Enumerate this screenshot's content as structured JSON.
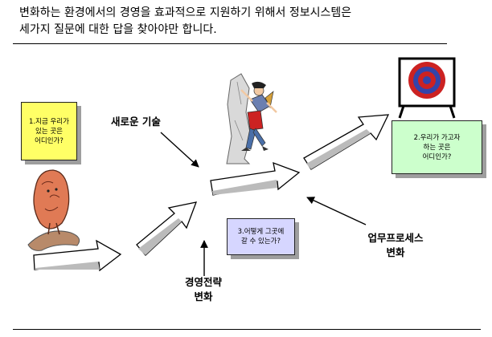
{
  "header": {
    "title_line1": "변화하는 환경에서의 경영을 효과적으로 지원하기 위해서 정보시스템은",
    "title_line2": "세가지 질문에 대한 답을 찾아야만 합니다."
  },
  "questions": {
    "q1": [
      "1.지금 우리가",
      "있는 곳은",
      "어디인가?"
    ],
    "q2": [
      "2.우리가 가고자",
      "하는 곳은",
      "어디인가?"
    ],
    "q3": [
      "3.어떻게 그곳에",
      "갈 수 있는가?"
    ]
  },
  "labels": {
    "new_tech": "새로운 기술",
    "strategy": [
      "경영전략",
      "변화"
    ],
    "process": [
      "업무프로세스",
      "변화"
    ]
  },
  "colors": {
    "q1_bg": "#ffff66",
    "q2_bg": "#ccffcc",
    "q3_bg": "#d6d6ff",
    "target_red": "#cc2222",
    "target_blue": "#3344aa"
  },
  "icons": [
    "rock-figure-icon",
    "climber-icon",
    "target-icon"
  ]
}
